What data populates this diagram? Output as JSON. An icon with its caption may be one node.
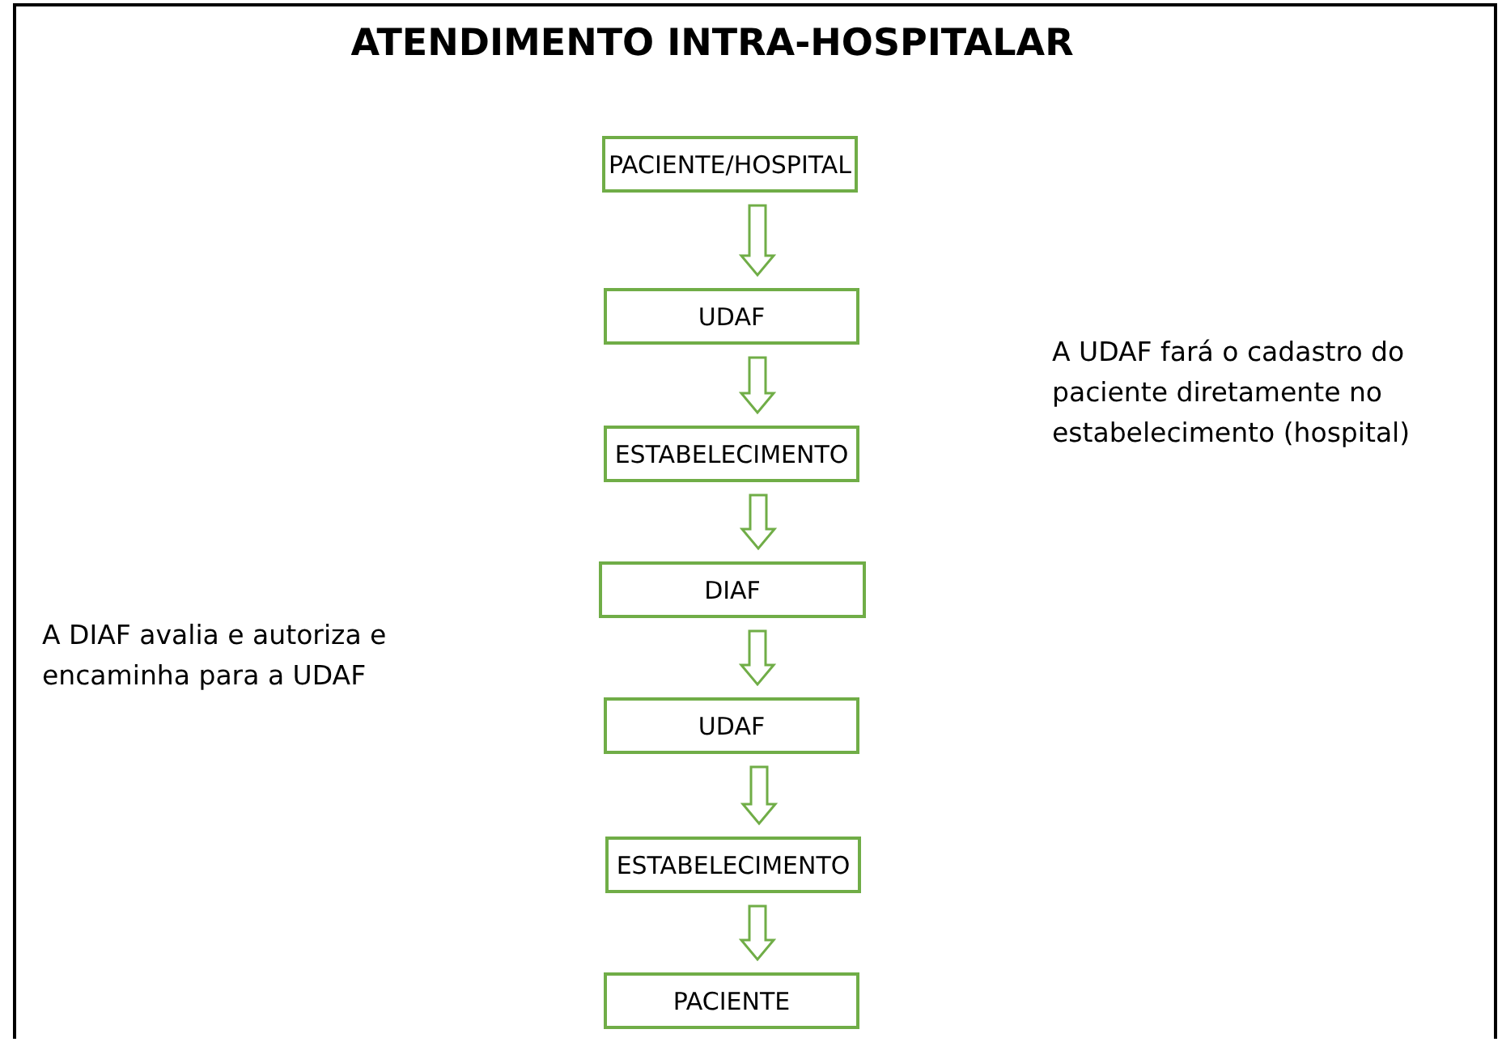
{
  "diagram": {
    "title": "ATENDIMENTO INTRA-HOSPITALAR",
    "nodes": [
      {
        "text": [
          "PACIENTE/HOSPITAL"
        ]
      },
      {
        "text": [
          "UDAF"
        ]
      },
      {
        "text": [
          "ESTABELECIMENTO"
        ]
      },
      {
        "text": [
          "DIAF"
        ]
      },
      {
        "text": [
          "UDAF"
        ]
      },
      {
        "text": [
          "ESTABELECIMENTO"
        ]
      },
      {
        "text": [
          "PACIENTE"
        ]
      }
    ],
    "edges": [
      {
        "from": 0,
        "to": 1,
        "arrow": "to"
      },
      {
        "from": 1,
        "to": 2,
        "arrow": "to"
      },
      {
        "from": 2,
        "to": 3,
        "arrow": "to"
      },
      {
        "from": 3,
        "to": 4,
        "arrow": "to"
      },
      {
        "from": 4,
        "to": 5,
        "arrow": "to"
      },
      {
        "from": 5,
        "to": 6,
        "arrow": "to"
      }
    ],
    "labels": [
      "A UDAF fará o cadastro do paciente diretamente no estabelecimento (hospital)",
      "A DIAF avalia e autoriza e encaminha para a UDAF"
    ]
  }
}
